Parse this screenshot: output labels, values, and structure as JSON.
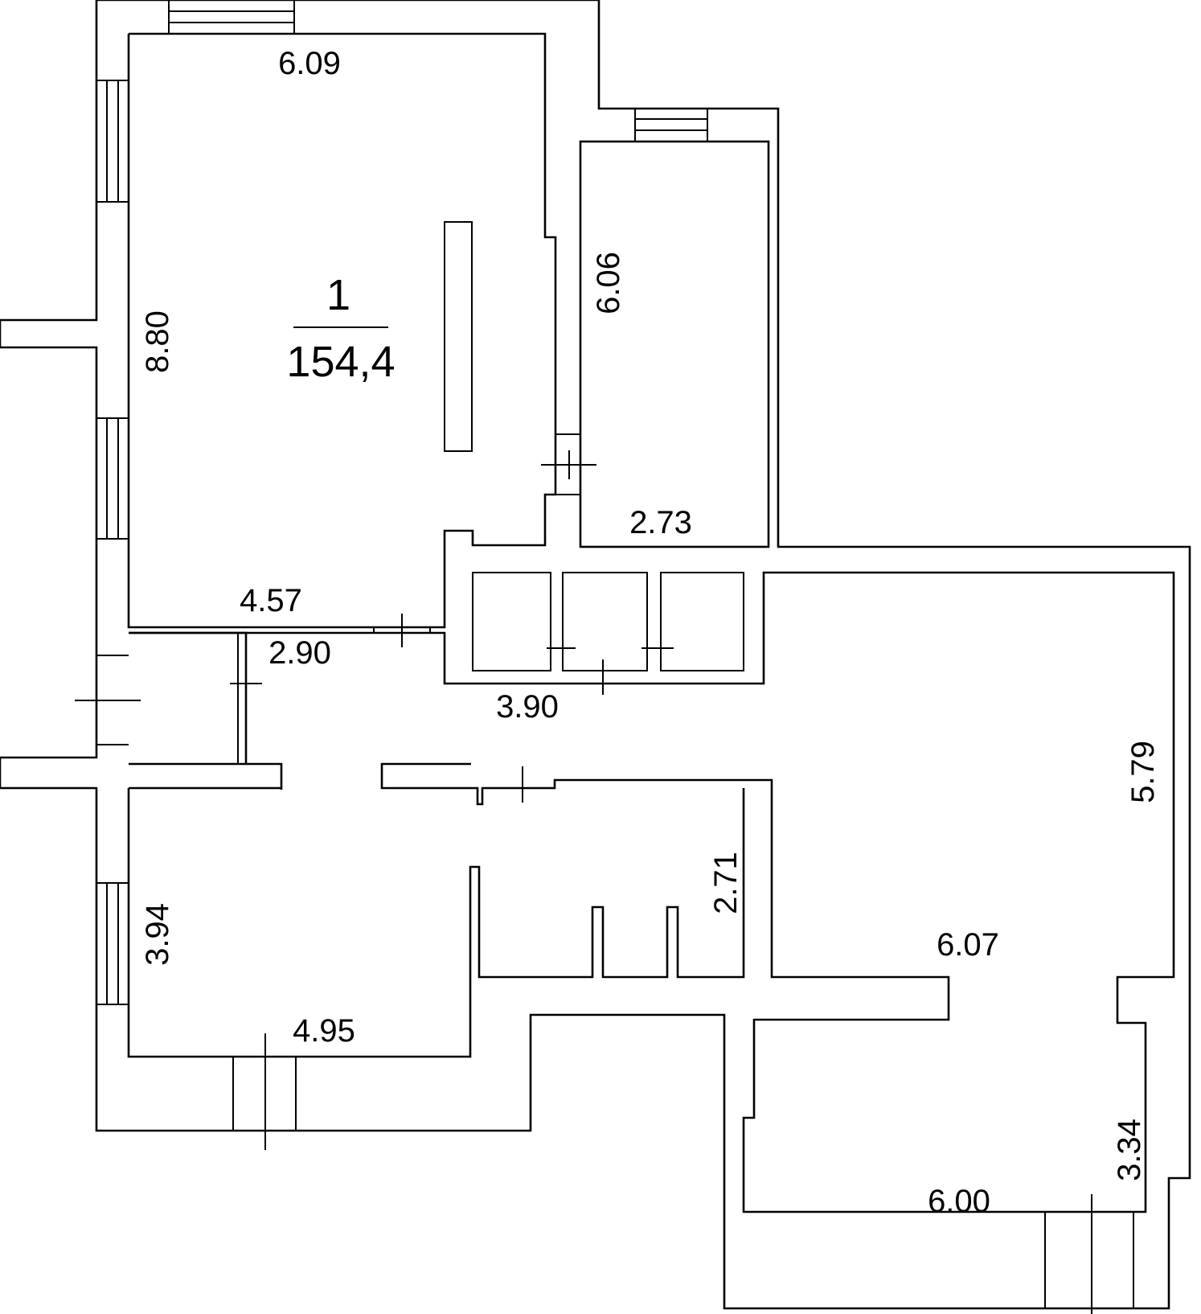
{
  "room": {
    "number": "1",
    "area": "154,4"
  },
  "dimensions": {
    "top_width": "6.09",
    "left_height": "8.80",
    "corridor_width": "6.06",
    "corridor_bottom": "2.73",
    "hall_width": "4.57",
    "small_room_width": "2.90",
    "closets_width": "3.90",
    "right_height": "5.79",
    "bath_height": "2.71",
    "bottom_left_height": "3.94",
    "bottom_left_width": "4.95",
    "right_room_width": "6.07",
    "bottom_right_height": "3.34",
    "bottom_right_width": "6.00"
  }
}
